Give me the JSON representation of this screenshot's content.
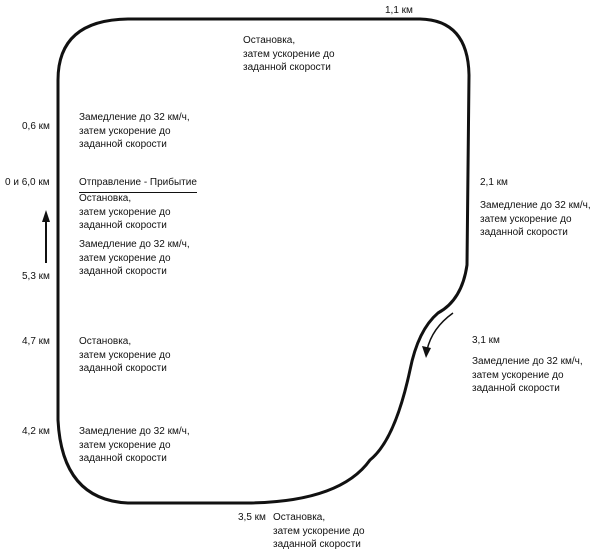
{
  "distance_markers": {
    "km_1_1": "1,1 км",
    "km_0_6": "0,6 км",
    "km_0_6_0": "0 и 6,0 км",
    "km_5_3": "5,3 км",
    "km_2_1": "2,1 км",
    "km_4_7": "4,7 км",
    "km_3_1": "3,1 км",
    "km_4_2": "4,2 км",
    "km_3_5": "3,5 км"
  },
  "start_finish_label": "Отправление - Прибытие",
  "stop": [
    "Остановка,",
    "затем ускорение до",
    "заданной скорости"
  ],
  "slowdown": [
    "Замедление до 32 км/ч,",
    "затем ускорение до",
    "заданной скорости"
  ]
}
